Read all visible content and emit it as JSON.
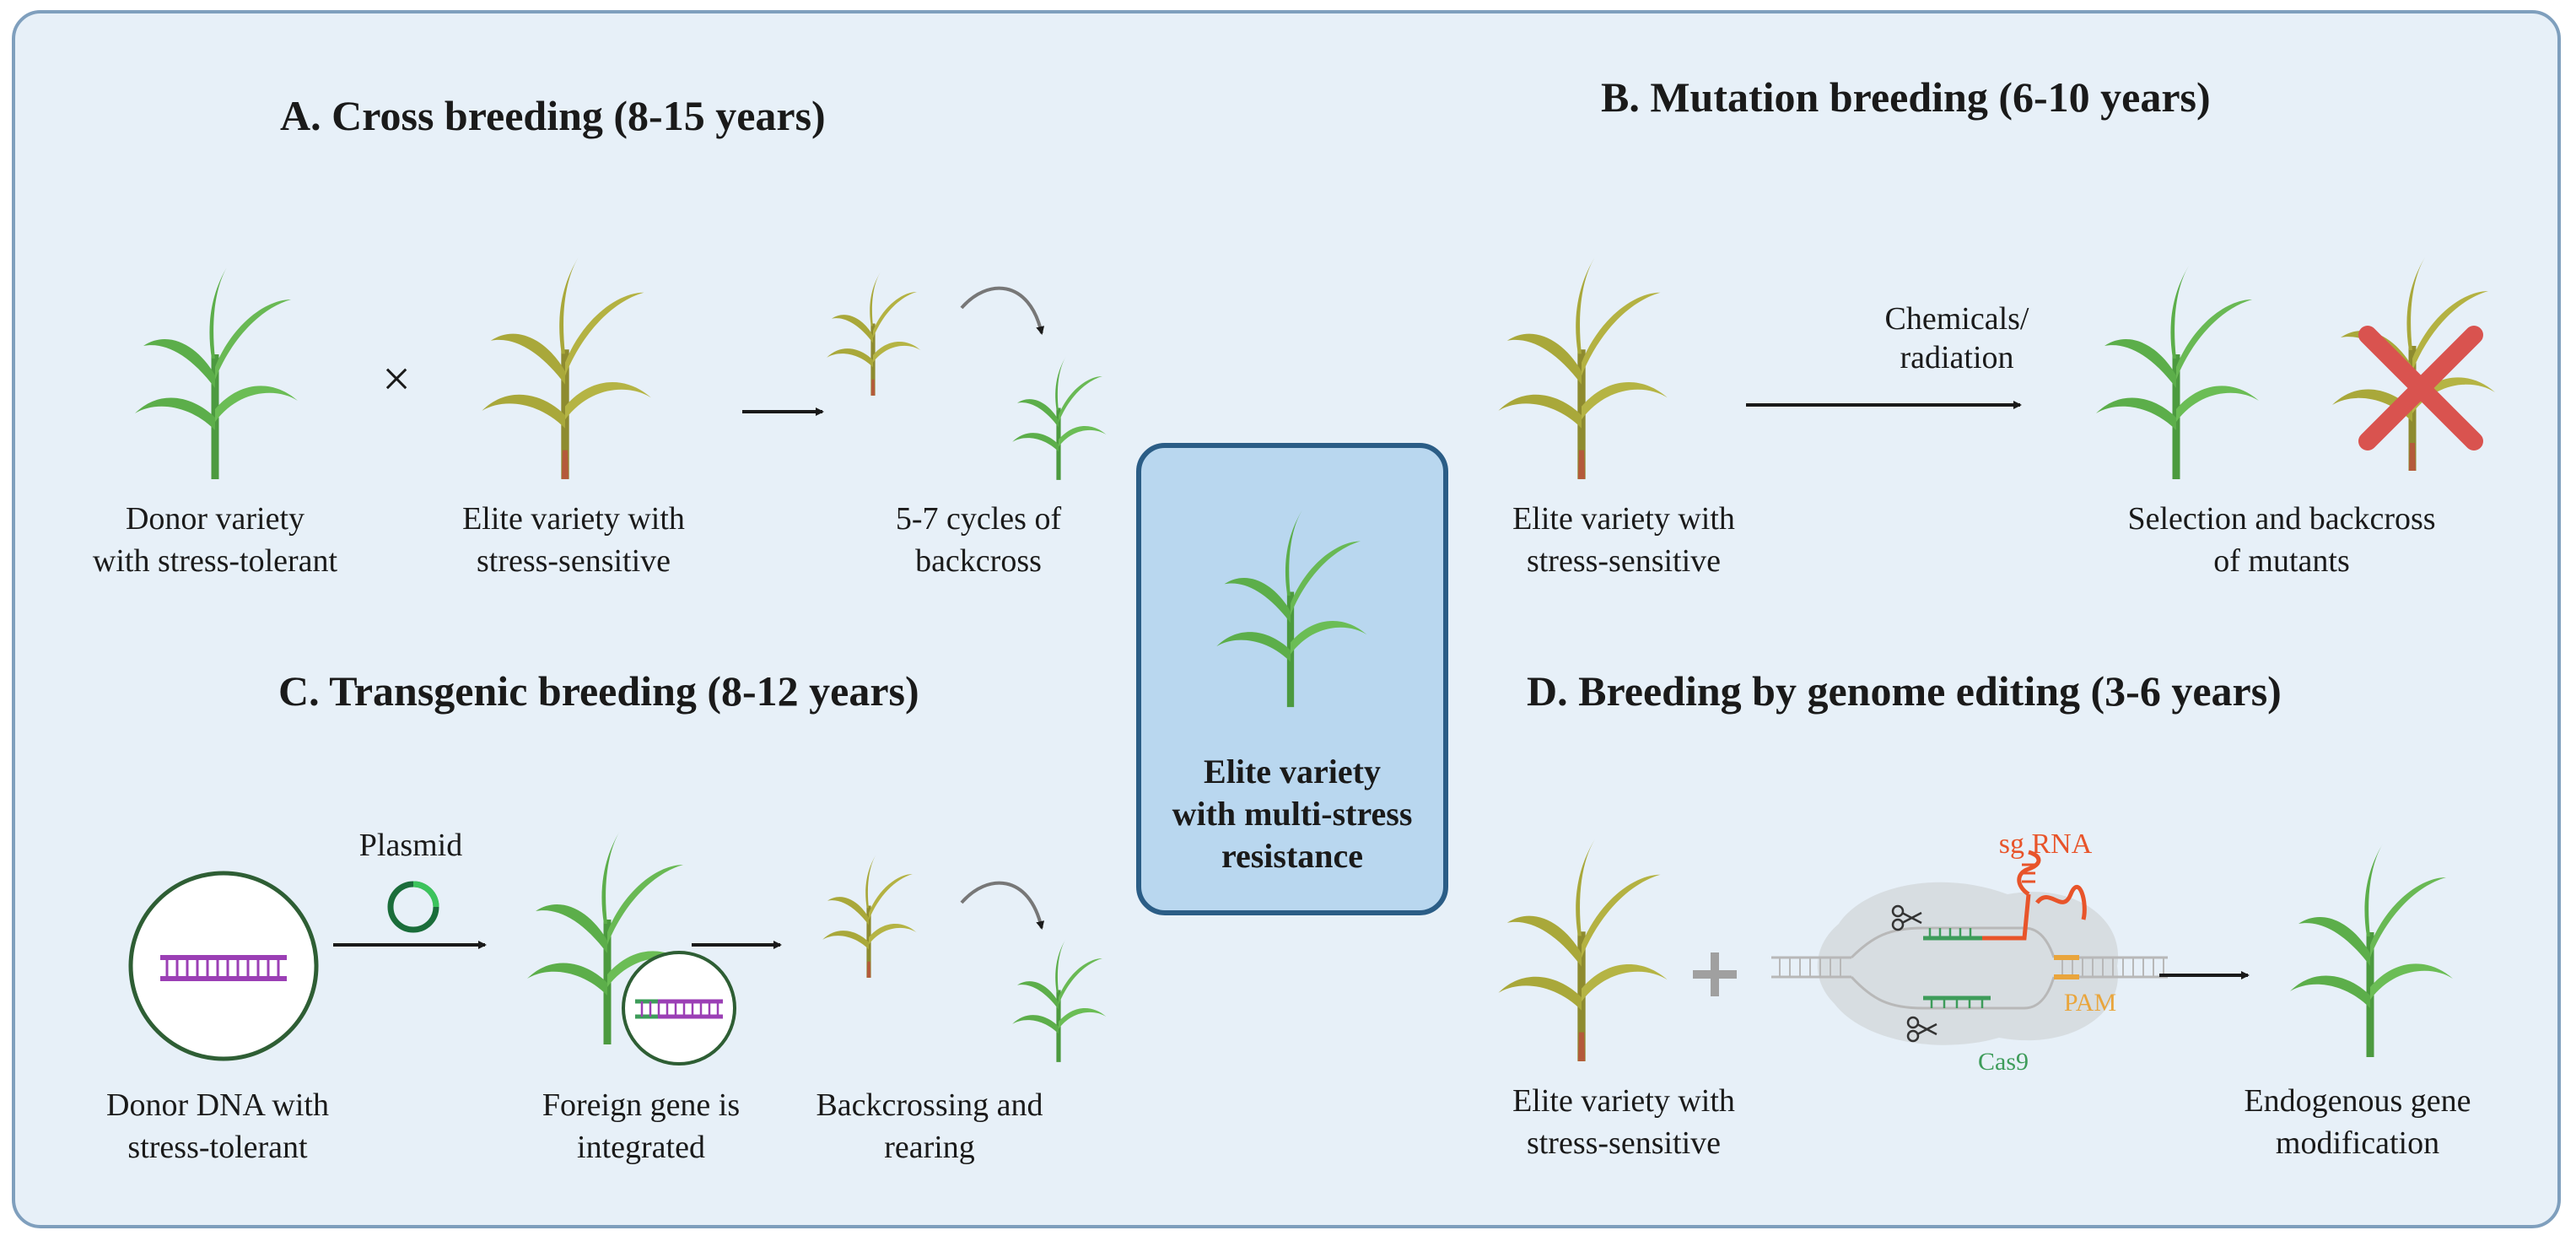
{
  "panels": {
    "a": {
      "title": "A. Cross breeding  (8-15 years)",
      "donor": [
        "Donor variety",
        "with stress-tolerant"
      ],
      "cross_symbol": "×",
      "elite": [
        "Elite variety with",
        "stress-sensitive"
      ],
      "cycles": [
        "5-7 cycles of",
        "backcross"
      ]
    },
    "b": {
      "title": "B. Mutation breeding  (6-10 years)",
      "elite": [
        "Elite variety with",
        "stress-sensitive"
      ],
      "arrow_label": [
        "Chemicals/",
        "radiation"
      ],
      "selection": [
        "Selection and backcross",
        "of mutants"
      ]
    },
    "c": {
      "title": "C. Transgenic breeding  (8-12 years)",
      "plasmid": "Plasmid",
      "donor_dna": [
        "Donor DNA with",
        "stress-tolerant"
      ],
      "foreign": [
        "Foreign gene is",
        "integrated"
      ],
      "backcrossing": [
        "Backcrossing and",
        "rearing"
      ]
    },
    "d": {
      "title": "D. Breeding by genome editing  (3-6 years)",
      "elite": [
        "Elite variety with",
        "stress-sensitive"
      ],
      "sgrna": "sg RNA",
      "pam": "PAM",
      "cas9": "Cas9",
      "endogenous": [
        "Endogenous gene",
        "modification"
      ]
    }
  },
  "center": {
    "label": [
      "Elite variety",
      "with multi-stress",
      "resistance"
    ]
  },
  "colors": {
    "healthy_plant": "#5cae4a",
    "sensitive_plant": "#a9a83a",
    "reject_cross": "#d9534f",
    "dna_purple": "#9b3fb5",
    "sgrna_red": "#e8542a",
    "cas9_green": "#3e9c5a",
    "pam_orange": "#e9a53c",
    "center_box_fill": "#b9d7ef"
  },
  "icons": [
    "cross-symbol-icon",
    "arrow-right-icon",
    "curved-arrow-icon",
    "plasmid-icon",
    "dna-icon",
    "scissors-icon",
    "plus-icon",
    "reject-x-icon"
  ]
}
